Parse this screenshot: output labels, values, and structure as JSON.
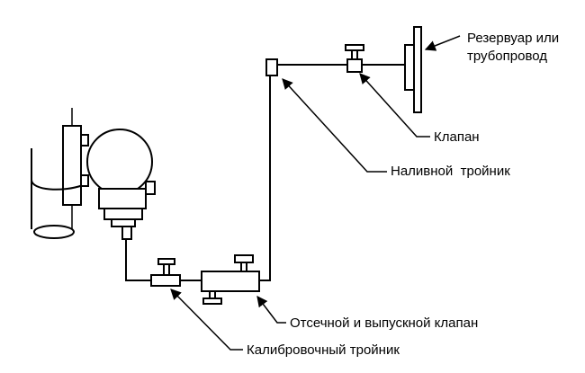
{
  "labels": {
    "reservoir_line1": "Резервуар или",
    "reservoir_line2": "трубопровод",
    "valve": "Клапан",
    "fill_tee": "Наливной  тройник",
    "block_bleed_valve": "Отсечной и выпускной клапан",
    "calibration_tee": "Калибровочный тройник"
  }
}
